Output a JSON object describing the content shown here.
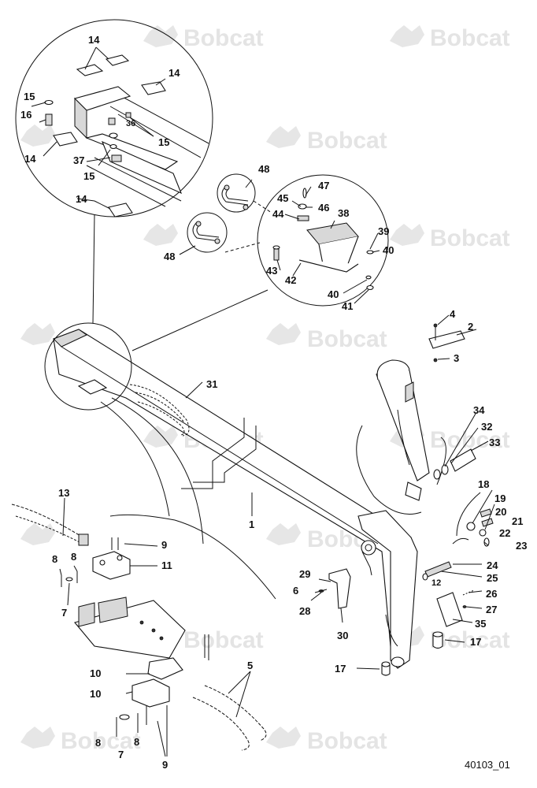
{
  "watermark": {
    "text": "Bobcat"
  },
  "document": {
    "figure_number": "40103_01"
  },
  "callouts": {
    "c1": "1",
    "c2": "2",
    "c3": "3",
    "c4": "4",
    "c5": "5",
    "c6": "6",
    "c7": "7",
    "c8": "8",
    "c9": "9",
    "c10": "10",
    "c11": "11",
    "c12": "12",
    "c13": "13",
    "c14": "14",
    "c15": "15",
    "c16": "16",
    "c17": "17",
    "c18": "18",
    "c19": "19",
    "c20": "20",
    "c21": "21",
    "c22": "22",
    "c23": "23",
    "c24": "24",
    "c25": "25",
    "c26": "26",
    "c27": "27",
    "c28": "28",
    "c29": "29",
    "c30": "30",
    "c31": "31",
    "c32": "32",
    "c33": "33",
    "c34": "34",
    "c35": "35",
    "c36": "36",
    "c37": "37",
    "c38": "38",
    "c39": "39",
    "c40": "40",
    "c41": "41",
    "c42": "42",
    "c43": "43",
    "c44": "44",
    "c45": "45",
    "c46": "46",
    "c47": "47",
    "c48": "48"
  },
  "colors": {
    "line": "#111111",
    "watermark": "#e4e4e4",
    "fill": "#d8d8d8"
  }
}
